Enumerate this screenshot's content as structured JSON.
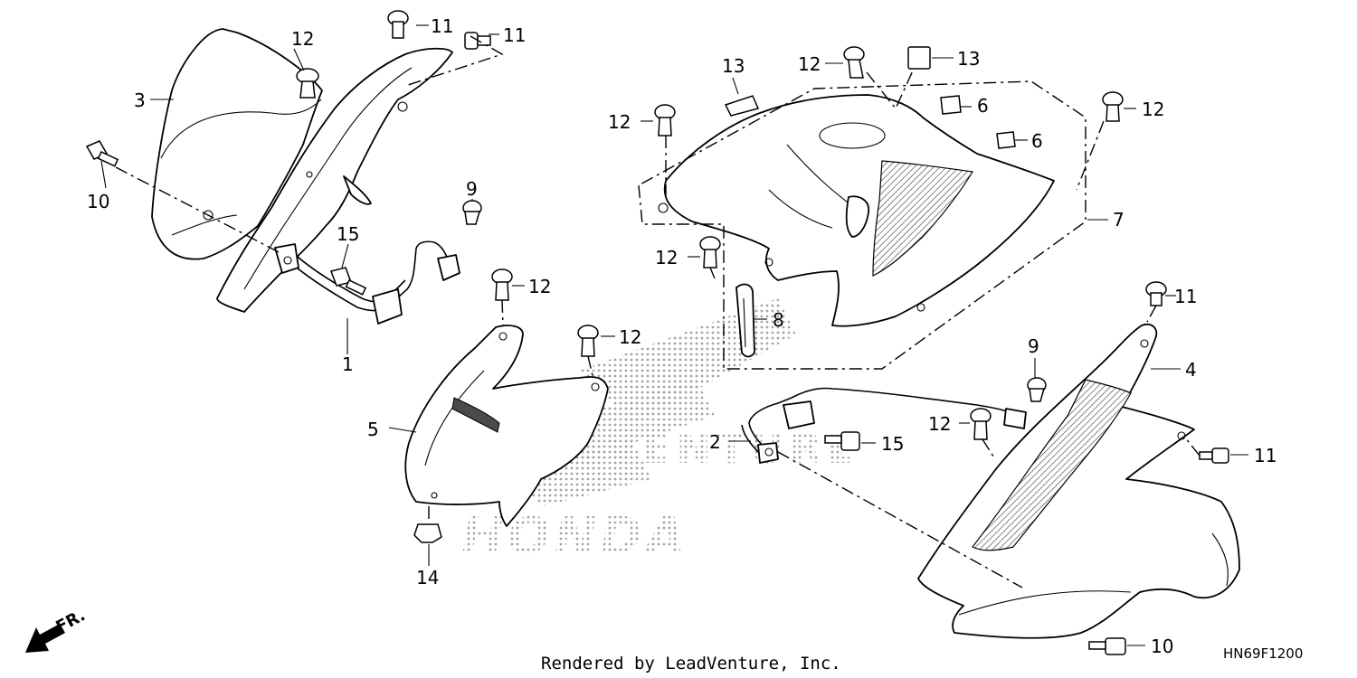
{
  "diagram": {
    "callouts": {
      "c1": "1",
      "c2": "2",
      "c3": "3",
      "c4": "4",
      "c5": "5",
      "c6a": "6",
      "c6b": "6",
      "c7": "7",
      "c8": "8",
      "c9a": "9",
      "c9b": "9",
      "c10a": "10",
      "c10b": "10",
      "c11a": "11",
      "c11b": "11",
      "c11c": "11",
      "c11d": "11",
      "c12a": "12",
      "c12b": "12",
      "c12c": "12",
      "c12d": "12",
      "c12e": "12",
      "c12f": "12",
      "c12g": "12",
      "c12h": "12",
      "c13a": "13",
      "c13b": "13",
      "c14": "14",
      "c15a": "15",
      "c15b": "15"
    },
    "direction_label": "FR.",
    "watermark_brand": "HONDA",
    "watermark_text": "LEADVENTURE",
    "rendered_by": "Rendered by LeadVenture, Inc.",
    "diagram_code": "HN69F1200"
  }
}
